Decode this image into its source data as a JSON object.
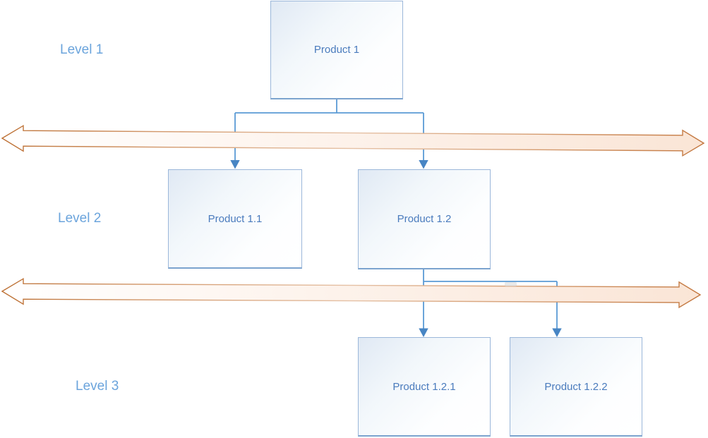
{
  "levels": [
    {
      "label": "Level 1"
    },
    {
      "label": "Level 2"
    },
    {
      "label": "Level 3"
    }
  ],
  "nodes": [
    {
      "label": "Product 1"
    },
    {
      "label": "Product 1.1"
    },
    {
      "label": "Product 1.2"
    },
    {
      "label": "Product 1.2.1"
    },
    {
      "label": "Product 1.2.2"
    }
  ],
  "colors": {
    "node_border": "#9bb7da",
    "node_border_bottom": "#7ba3ce",
    "node_text": "#4a7bbd",
    "connector_blue": "#5b9bd5",
    "arrowhead_blue": "#4785c4",
    "level_label": "#6ba4dc",
    "band_stroke_dark": "#bd7034",
    "band_stroke_light": "#e5c1a5",
    "band_fill_left": "#ffffff",
    "band_fill_right": "#fae5d6"
  }
}
